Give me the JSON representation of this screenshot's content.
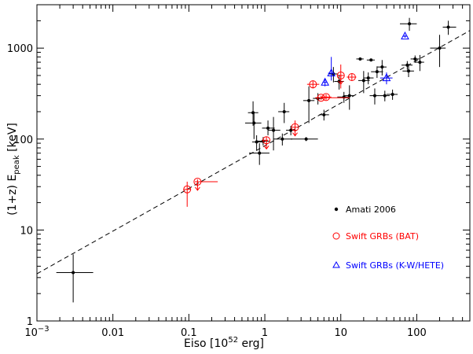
{
  "chart_data": {
    "type": "scatter",
    "x_scale": "log",
    "y_scale": "log",
    "xlim": [
      0.001,
      500
    ],
    "ylim": [
      1,
      3000
    ],
    "xlabel": {
      "prefix": "Eiso [10",
      "sup": "52",
      "suffix": " erg]"
    },
    "ylabel": {
      "prefix": "(1+z) E",
      "sub": "peak",
      "suffix": " [keV]"
    },
    "x_ticks": [
      {
        "value": 0.001,
        "label_base": "10",
        "label_sup": "−3"
      },
      {
        "value": 0.01,
        "label_base": "0.01",
        "label_sup": ""
      },
      {
        "value": 0.1,
        "label_base": "0.1",
        "label_sup": ""
      },
      {
        "value": 1,
        "label_base": "1",
        "label_sup": ""
      },
      {
        "value": 10,
        "label_base": "10",
        "label_sup": ""
      },
      {
        "value": 100,
        "label_base": "100",
        "label_sup": ""
      }
    ],
    "y_ticks": [
      {
        "value": 1,
        "label": "1"
      },
      {
        "value": 10,
        "label": "10"
      },
      {
        "value": 100,
        "label": "100"
      },
      {
        "value": 1000,
        "label": "1000"
      }
    ],
    "fit_line": {
      "style": "dashed",
      "color": "#000000",
      "points": [
        [
          0.001,
          3.3
        ],
        [
          500,
          1560
        ]
      ]
    },
    "legend_position": "right-middle",
    "series": [
      {
        "name": "Amati 2006",
        "marker": "dot",
        "color": "#000000",
        "points": [
          {
            "x": 0.003,
            "y": 3.4,
            "xlo": 0.0018,
            "xhi": 0.0055,
            "ylo": 1.6,
            "yhi": 5.4
          },
          {
            "x": 0.7,
            "y": 195,
            "xlo": 0.6,
            "xhi": 0.82,
            "ylo": 140,
            "yhi": 260
          },
          {
            "x": 0.72,
            "y": 150,
            "xlo": 0.55,
            "xhi": 0.9,
            "ylo": 100,
            "yhi": 190
          },
          {
            "x": 0.78,
            "y": 93,
            "xlo": 0.68,
            "xhi": 0.92,
            "ylo": 75,
            "yhi": 110
          },
          {
            "x": 0.85,
            "y": 70,
            "xlo": 0.62,
            "xhi": 1.15,
            "ylo": 52,
            "yhi": 90
          },
          {
            "x": 0.95,
            "y": 95,
            "xlo": 0.8,
            "xhi": 1.15,
            "ylo": 85,
            "yhi": 105
          },
          {
            "x": 1.1,
            "y": 132,
            "xlo": 0.92,
            "xhi": 1.35,
            "ylo": 110,
            "yhi": 160
          },
          {
            "x": 1.3,
            "y": 125,
            "xlo": 1.1,
            "xhi": 1.6,
            "ylo": 75,
            "yhi": 175
          },
          {
            "x": 1.8,
            "y": 200,
            "xlo": 1.5,
            "xhi": 2.1,
            "ylo": 150,
            "yhi": 250
          },
          {
            "x": 1.7,
            "y": 100,
            "xlo": 1.3,
            "xhi": 2.3,
            "ylo": 85,
            "yhi": 115
          },
          {
            "x": 2.2,
            "y": 125,
            "xlo": 1.9,
            "xhi": 2.6,
            "ylo": 110,
            "yhi": 140
          },
          {
            "x": 3.5,
            "y": 100,
            "xlo": 2.2,
            "xhi": 5.0,
            "ylo": 95,
            "yhi": 105
          },
          {
            "x": 3.8,
            "y": 265,
            "xlo": 3.2,
            "xhi": 4.5,
            "ylo": 150,
            "yhi": 380
          },
          {
            "x": 5.0,
            "y": 280,
            "xlo": 4.3,
            "xhi": 5.8,
            "ylo": 240,
            "yhi": 320
          },
          {
            "x": 6.0,
            "y": 185,
            "xlo": 5.2,
            "xhi": 7.0,
            "ylo": 160,
            "yhi": 210
          },
          {
            "x": 8.0,
            "y": 520,
            "xlo": 7.0,
            "xhi": 9.2,
            "ylo": 420,
            "yhi": 620
          },
          {
            "x": 9.5,
            "y": 430,
            "xlo": 8.2,
            "xhi": 11.0,
            "ylo": 350,
            "yhi": 510
          },
          {
            "x": 11,
            "y": 290,
            "xlo": 9.0,
            "xhi": 13,
            "ylo": 250,
            "yhi": 330
          },
          {
            "x": 13,
            "y": 300,
            "xlo": 11,
            "xhi": 15,
            "ylo": 210,
            "yhi": 390
          },
          {
            "x": 18,
            "y": 760,
            "xlo": 16,
            "xhi": 20,
            "ylo": 740,
            "yhi": 780
          },
          {
            "x": 20,
            "y": 440,
            "xlo": 17,
            "xhi": 24,
            "ylo": 320,
            "yhi": 560
          },
          {
            "x": 23,
            "y": 470,
            "xlo": 20,
            "xhi": 27,
            "ylo": 400,
            "yhi": 540
          },
          {
            "x": 25,
            "y": 740,
            "xlo": 22,
            "xhi": 28,
            "ylo": 720,
            "yhi": 760
          },
          {
            "x": 28,
            "y": 300,
            "xlo": 24,
            "xhi": 33,
            "ylo": 240,
            "yhi": 360
          },
          {
            "x": 30,
            "y": 550,
            "xlo": 25,
            "xhi": 36,
            "ylo": 470,
            "yhi": 630
          },
          {
            "x": 35,
            "y": 620,
            "xlo": 30,
            "xhi": 40,
            "ylo": 500,
            "yhi": 740
          },
          {
            "x": 38,
            "y": 300,
            "xlo": 33,
            "xhi": 44,
            "ylo": 260,
            "yhi": 340
          },
          {
            "x": 48,
            "y": 310,
            "xlo": 40,
            "xhi": 56,
            "ylo": 270,
            "yhi": 350
          },
          {
            "x": 75,
            "y": 650,
            "xlo": 63,
            "xhi": 88,
            "ylo": 580,
            "yhi": 720
          },
          {
            "x": 78,
            "y": 560,
            "xlo": 65,
            "xhi": 92,
            "ylo": 480,
            "yhi": 640
          },
          {
            "x": 80,
            "y": 1850,
            "xlo": 60,
            "xhi": 100,
            "ylo": 1550,
            "yhi": 2150
          },
          {
            "x": 95,
            "y": 760,
            "xlo": 83,
            "xhi": 108,
            "ylo": 690,
            "yhi": 830
          },
          {
            "x": 110,
            "y": 700,
            "xlo": 95,
            "xhi": 125,
            "ylo": 560,
            "yhi": 840
          },
          {
            "x": 200,
            "y": 1000,
            "xlo": 150,
            "xhi": 240,
            "ylo": 620,
            "yhi": 1400
          },
          {
            "x": 260,
            "y": 1700,
            "xlo": 220,
            "xhi": 330,
            "ylo": 1400,
            "yhi": 2000
          }
        ]
      },
      {
        "name": "Swift GRBs (BAT)",
        "marker": "circle",
        "color": "#ff0000",
        "points": [
          {
            "x": 0.095,
            "y": 28,
            "xlo": 0.085,
            "xhi": 0.105,
            "ylo": 18,
            "yhi": 34,
            "arrow": false
          },
          {
            "x": 0.13,
            "y": 34,
            "xlo": 0.12,
            "xhi": 0.24,
            "ylo": 30,
            "yhi": 36,
            "arrow": true
          },
          {
            "x": 1.05,
            "y": 97,
            "xlo": 0.95,
            "xhi": 1.1,
            "ylo": 88,
            "yhi": 106,
            "arrow": true
          },
          {
            "x": 2.5,
            "y": 135,
            "xlo": 2.3,
            "xhi": 2.7,
            "ylo": 120,
            "yhi": 160,
            "arrow": true
          },
          {
            "x": 4.3,
            "y": 400,
            "xlo": 3.6,
            "xhi": 5.2,
            "ylo": 360,
            "yhi": 440,
            "arrow": false
          },
          {
            "x": 5.5,
            "y": 285,
            "xlo": 4.6,
            "xhi": 13.0,
            "ylo": 270,
            "yhi": 300,
            "arrow": false
          },
          {
            "x": 6.4,
            "y": 290,
            "xlo": 5.5,
            "xhi": 7.5,
            "ylo": 270,
            "yhi": 310,
            "arrow": false
          },
          {
            "x": 10,
            "y": 500,
            "xlo": 9.0,
            "xhi": 11.0,
            "ylo": 360,
            "yhi": 660,
            "arrow": true
          },
          {
            "x": 14,
            "y": 480,
            "xlo": 12,
            "xhi": 16,
            "ylo": 440,
            "yhi": 520,
            "arrow": false
          }
        ]
      },
      {
        "name": "Swift GRBs (K-W/HETE)",
        "marker": "triangle",
        "color": "#0000ff",
        "points": [
          {
            "x": 6.2,
            "y": 420,
            "xlo": 5.8,
            "xhi": 6.6,
            "ylo": 380,
            "yhi": 460
          },
          {
            "x": 7.5,
            "y": 530,
            "xlo": 6.8,
            "xhi": 8.2,
            "ylo": 440,
            "yhi": 800
          },
          {
            "x": 40,
            "y": 470,
            "xlo": 33,
            "xhi": 48,
            "ylo": 400,
            "yhi": 540
          },
          {
            "x": 70,
            "y": 1350,
            "xlo": 66,
            "xhi": 74,
            "ylo": 1300,
            "yhi": 1400
          }
        ]
      }
    ]
  }
}
